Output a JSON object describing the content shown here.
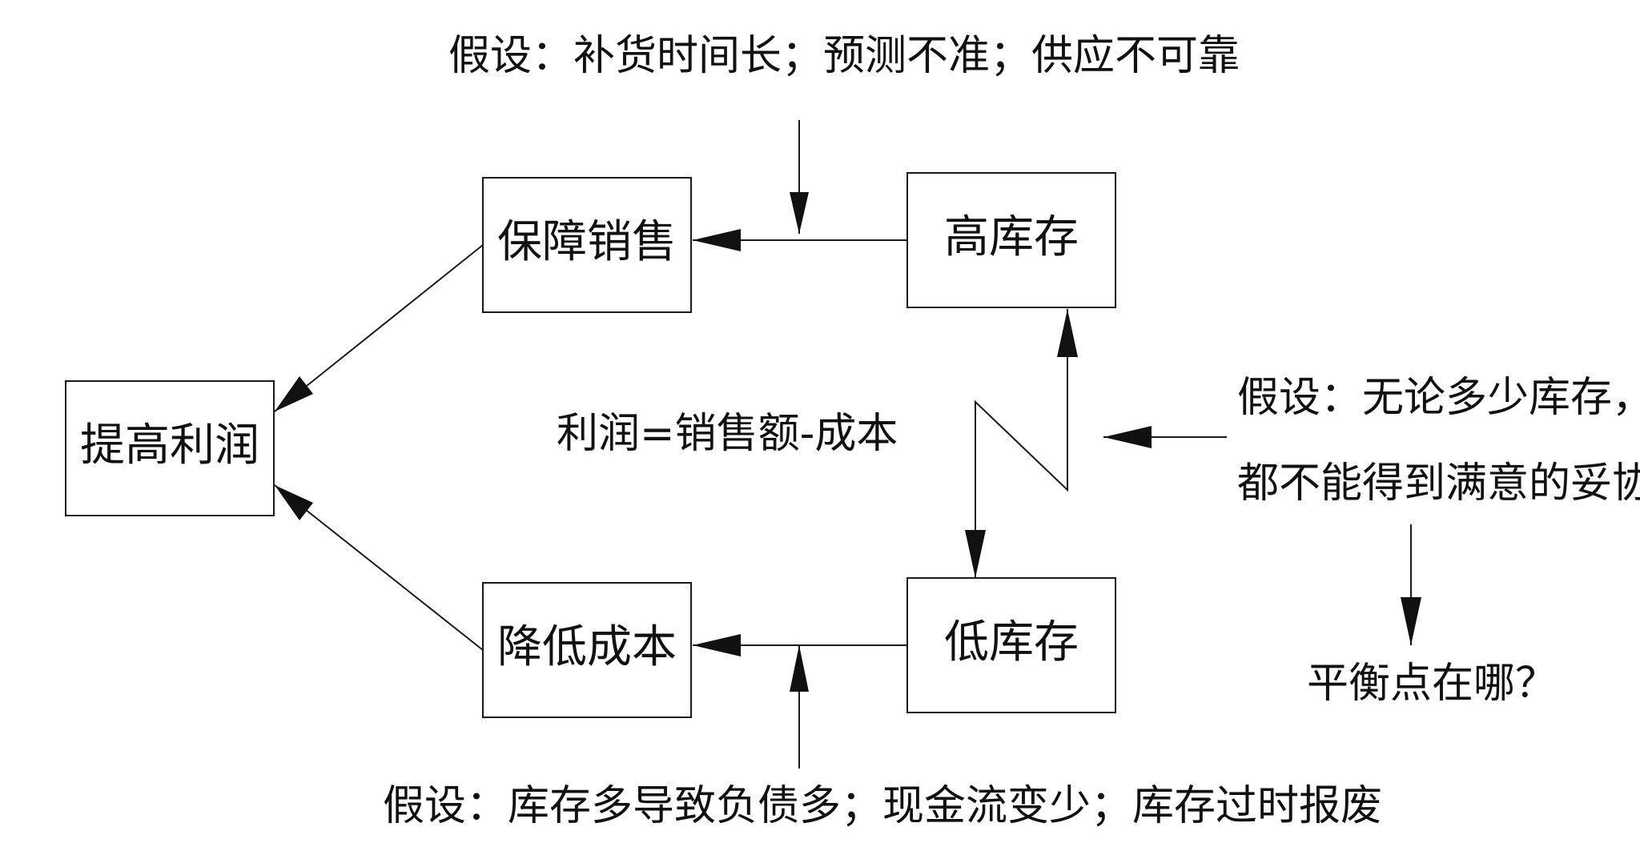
{
  "nodes": {
    "ensure_sales": "保障销售",
    "high_inventory": "高库存",
    "increase_profit": "提高利润",
    "reduce_cost": "降低成本",
    "low_inventory": "低库存"
  },
  "notes": {
    "top_assumption": "假设：补货时间长；预测不准；供应不可靠",
    "bottom_assumption": "假设：库存多导致负债多；现金流变少；库存过时报废",
    "formula": "利润=销售额-成本",
    "right_assumption_line1": "假设：无论多少库存，",
    "right_assumption_line2": "都不能得到满意的妥协",
    "balance_question": "平衡点在哪？"
  }
}
